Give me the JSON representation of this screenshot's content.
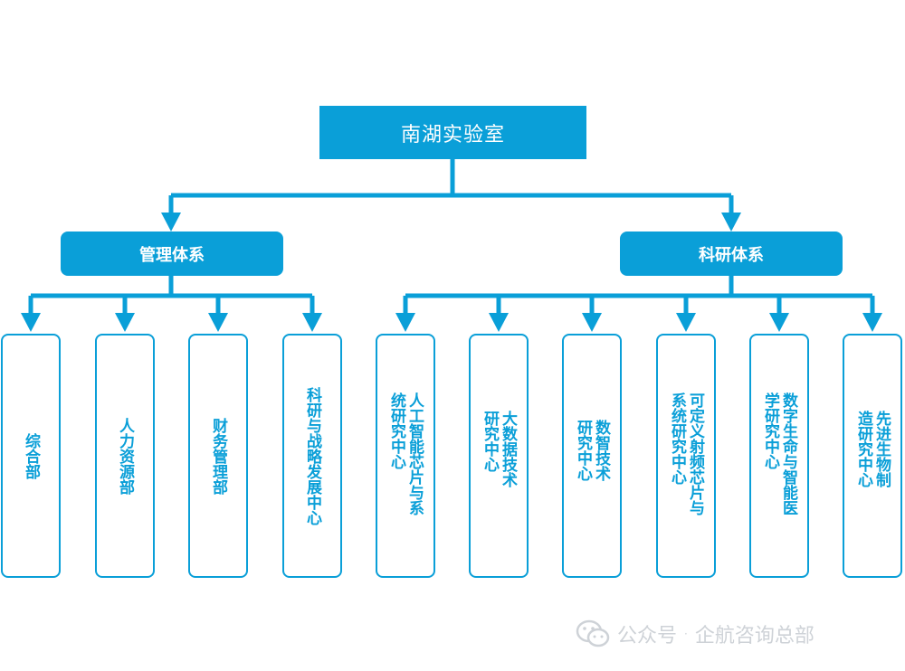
{
  "root": {
    "title": "南湖实验室"
  },
  "branches": [
    {
      "label": "管理体系",
      "children": [
        "综合部",
        "人力资源部",
        "财务管理部",
        "科研与战略发展中心"
      ]
    },
    {
      "label": "科研体系",
      "children": [
        "人工智能芯片与系统研究中心",
        "大数据技术研究中心",
        "数智技术研究中心",
        "可定义射频芯片与系统研究中心",
        "数字生命与智能医学研究中心",
        "先进生物制造研究中心"
      ]
    }
  ],
  "watermark": {
    "source": "公众号",
    "name": "企航咨询总部",
    "icon": "wechat-icon"
  },
  "colors": {
    "accent": "#0a9fd8",
    "watermark": "#c9ced3"
  }
}
